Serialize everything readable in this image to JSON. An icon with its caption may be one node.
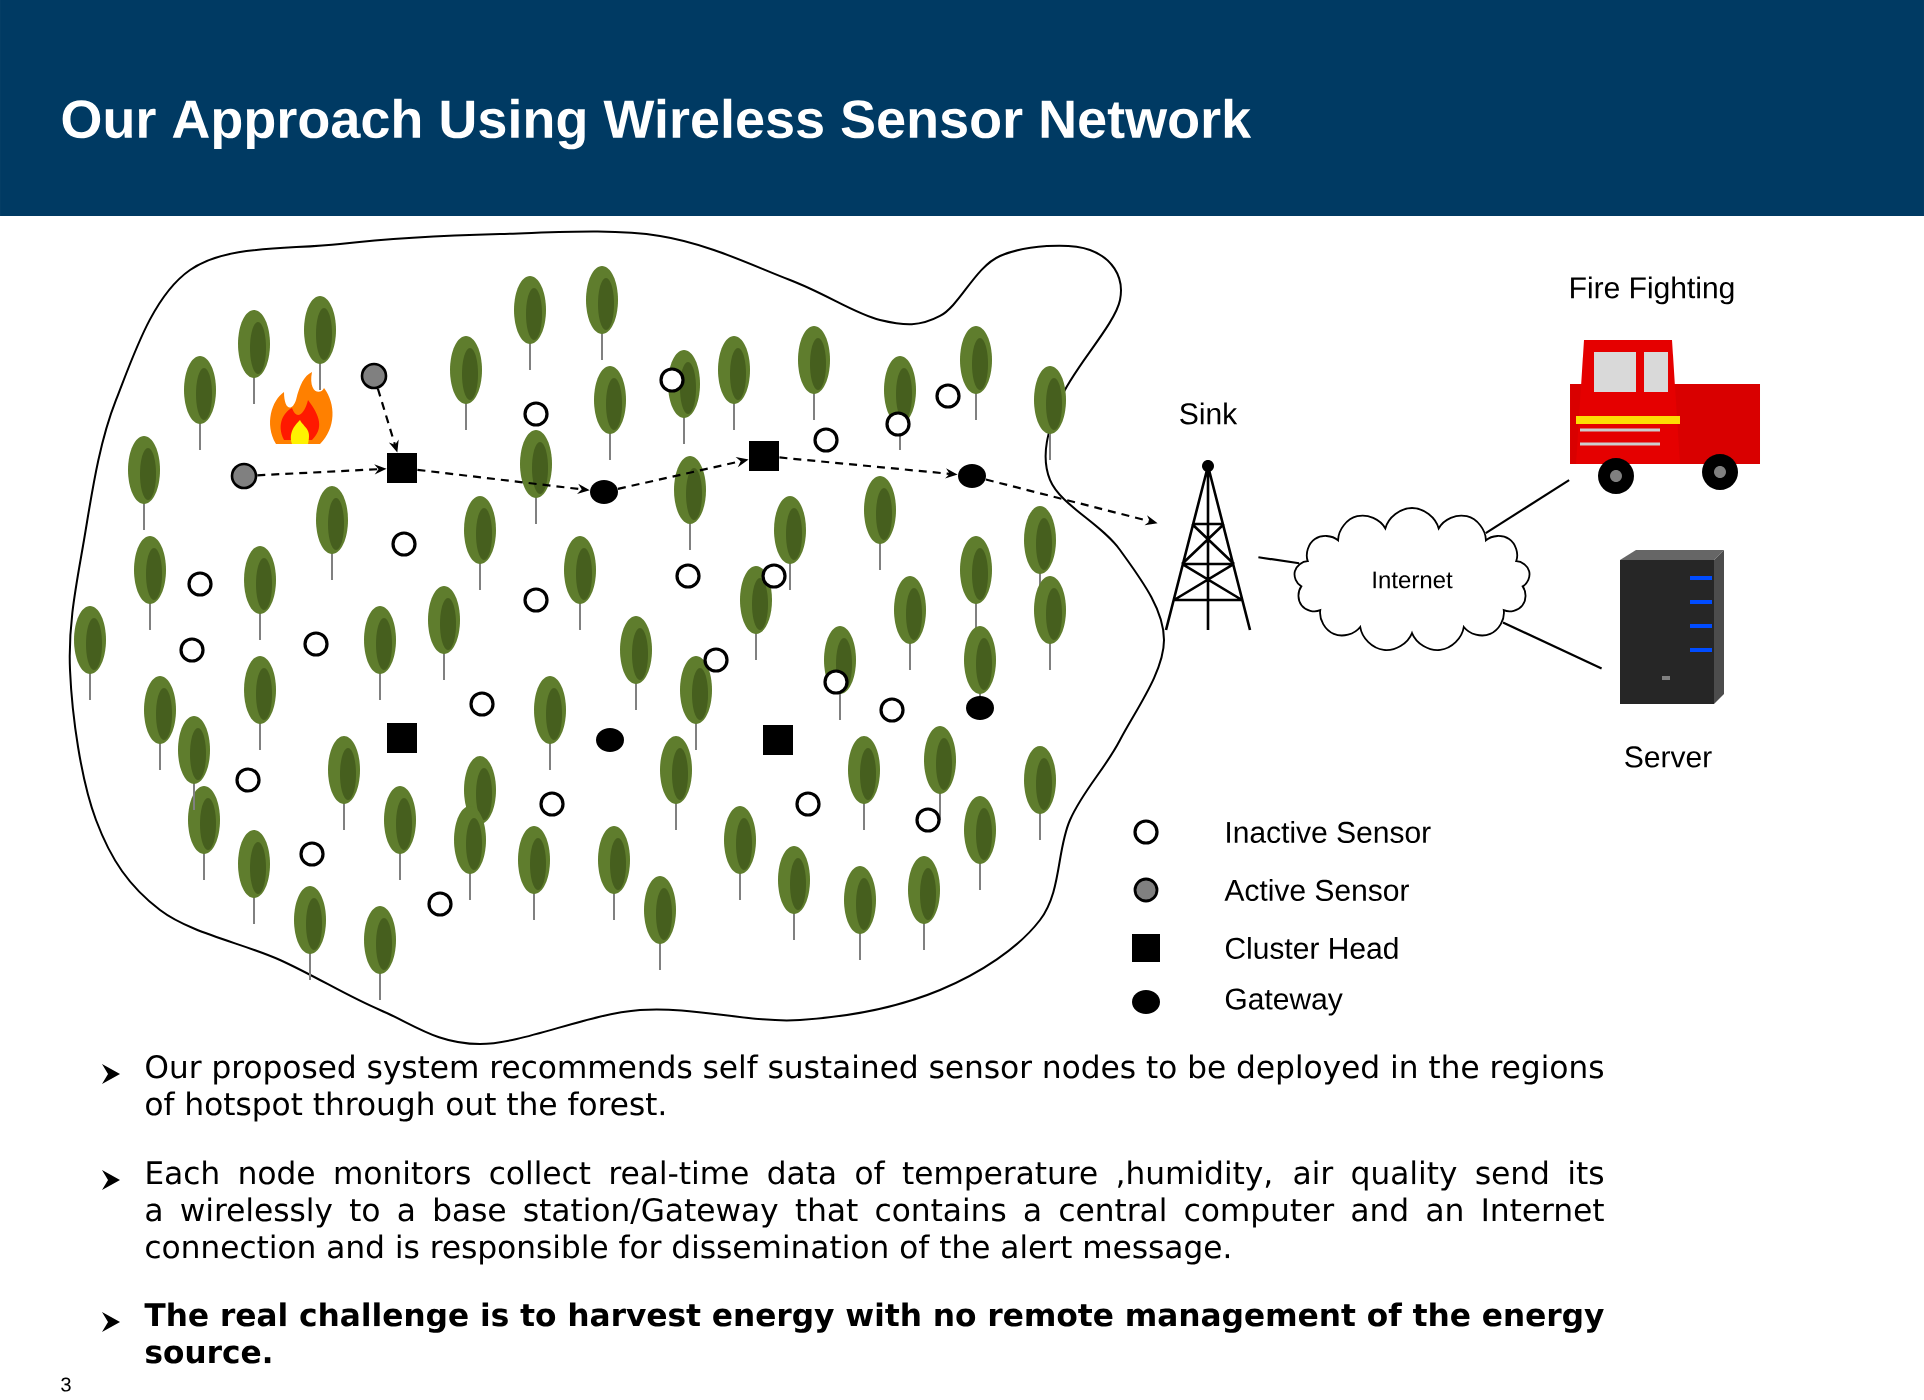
{
  "diagram": {
    "title": "Our Approach Using Wireless Sensor Network",
    "nodes": [
      {
        "text": [],
        "shape": "circle"
      },
      {
        "text": [],
        "shape": "circle"
      },
      {
        "text": [],
        "shape": "box"
      },
      {
        "text": [],
        "shape": "circle"
      },
      {
        "text": [],
        "shape": "box"
      },
      {
        "text": [],
        "shape": "circle"
      },
      {
        "text": [
          "Sink"
        ]
      },
      {
        "text": [
          "Internet"
        ]
      },
      {
        "text": [
          "Fire Fighting"
        ]
      },
      {
        "text": [
          "Server"
        ]
      },
      {
        "text": [],
        "shape": "circle"
      },
      {
        "text": [],
        "shape": "circle"
      },
      {
        "text": [],
        "shape": "circle"
      },
      {
        "text": [],
        "shape": "circle"
      },
      {
        "text": [],
        "shape": "circle"
      },
      {
        "text": [],
        "shape": "box"
      },
      {
        "text": [],
        "shape": "circle"
      },
      {
        "text": [],
        "shape": "circle"
      },
      {
        "text": [],
        "shape": "circle"
      },
      {
        "text": [],
        "shape": "circle"
      },
      {
        "text": [],
        "shape": "circle"
      },
      {
        "text": [],
        "shape": "circle"
      },
      {
        "text": [],
        "shape": "circle"
      },
      {
        "text": [],
        "shape": "circle"
      },
      {
        "text": [],
        "shape": "circle"
      },
      {
        "text": [],
        "shape": "circle"
      },
      {
        "text": [],
        "shape": "circle"
      },
      {
        "text": [],
        "shape": "box"
      },
      {
        "text": [],
        "shape": "circle"
      },
      {
        "text": [],
        "shape": "circle"
      },
      {
        "text": [],
        "shape": "circle"
      },
      {
        "text": [],
        "shape": "circle"
      },
      {
        "text": [],
        "shape": "circle"
      },
      {
        "text": [],
        "shape": "circle"
      },
      {
        "text": [],
        "shape": "circle"
      },
      {
        "text": [],
        "shape": "circle"
      }
    ],
    "edges": [
      {
        "from": 0,
        "to": 2,
        "arrow": "to",
        "style": "dashed"
      },
      {
        "from": 1,
        "to": 2,
        "arrow": "to",
        "style": "dashed"
      },
      {
        "from": 2,
        "to": 3,
        "arrow": "to",
        "style": "dashed"
      },
      {
        "from": 3,
        "to": 4,
        "arrow": "to",
        "style": "dashed"
      },
      {
        "from": 4,
        "to": 5,
        "arrow": "to",
        "style": "dashed"
      },
      {
        "from": 5,
        "to": 6,
        "arrow": "to",
        "style": "dashed"
      },
      {
        "from": 6,
        "to": 7,
        "arrow": "none"
      },
      {
        "from": 7,
        "to": 8,
        "arrow": "none"
      },
      {
        "from": 7,
        "to": 9,
        "arrow": "none"
      }
    ],
    "labels": [
      "Our proposed system recommends self sustained sensor nodes to be deployed in the regions of hotspot through out the forest.",
      "Each node monitors collect real-time data of temperature ,humidity, air quality  send its a wirelessly  to a base station/Gateway that contains a central computer and an Internet connection and is responsible for dissemination of the alert message.",
      "The real challenge is to harvest energy with no remote management of the energy source.",
      "3"
    ],
    "legend": [
      {
        "text": "Inactive Sensor"
      },
      {
        "text": "Active Sensor"
      },
      {
        "text": "Cluster Head"
      },
      {
        "text": "Gateway"
      }
    ]
  }
}
